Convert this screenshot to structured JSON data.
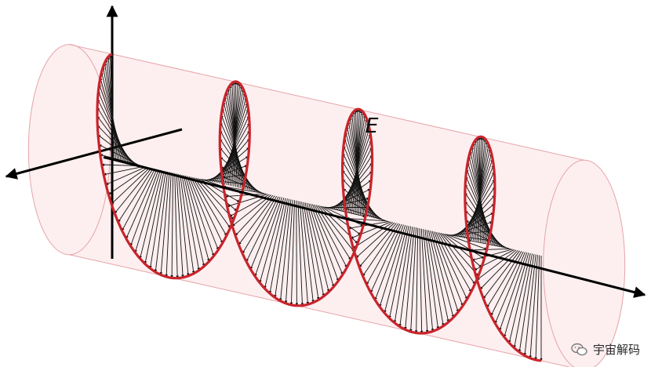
{
  "diagram": {
    "field_label": "E",
    "turns": 3.5,
    "colors": {
      "helix": "#c8242b",
      "cylinder_fill": "#fbe2e4",
      "cylinder_edge": "#e6a4a8",
      "arrows": "#111111",
      "axes": "#000000"
    }
  },
  "watermark": {
    "icon": "wechat-icon",
    "text": "宇宙解码"
  }
}
